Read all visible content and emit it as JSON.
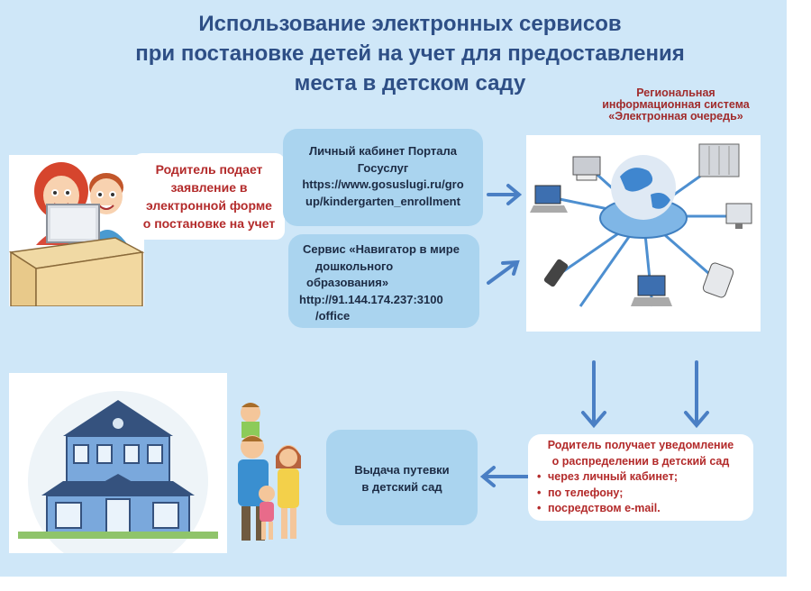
{
  "title": {
    "line1": "Использование электронных сервисов",
    "line2": "при постановке детей на учет для предоставления",
    "line3": "места в детском саду"
  },
  "system_label": {
    "line1": "Региональная",
    "line2": "информационная система",
    "line3": "«Электронная очередь»"
  },
  "parent_box": {
    "line1": "Родитель подает",
    "line2": "заявление в",
    "line3": "электронной форме",
    "line4": "о постановке на учет"
  },
  "service1": {
    "line1": "Личный кабинет Портала",
    "line2": "Госуслуг",
    "line3": "https://www.gosuslugi.ru/gro",
    "line4": "up/kindergarten_enrollment"
  },
  "service2": {
    "line1": "Сервис «Навигатор в мире",
    "line2": "дошкольного",
    "line3": "образования»",
    "line4": "http://91.144.174.237:3100",
    "line5": "/office"
  },
  "issue_box": {
    "line1": "Выдача путевки",
    "line2": "в детский сад"
  },
  "notify_box": {
    "line1": "Родитель получает уведомление",
    "line2": "о распределении в детский сад",
    "items": [
      "через личный кабинет;",
      "по телефону;",
      "посредством e-mail."
    ]
  },
  "colors": {
    "background": "#cfe7f8",
    "box_light": "#aad4ef",
    "title": "#2e4f86",
    "accent_red": "#b32a2a",
    "arrow": "#4a7fc4"
  },
  "icons": [
    "parents-at-computer-illustration",
    "network-globe-illustration",
    "house-illustration",
    "family-illustration",
    "arrow-icon"
  ]
}
